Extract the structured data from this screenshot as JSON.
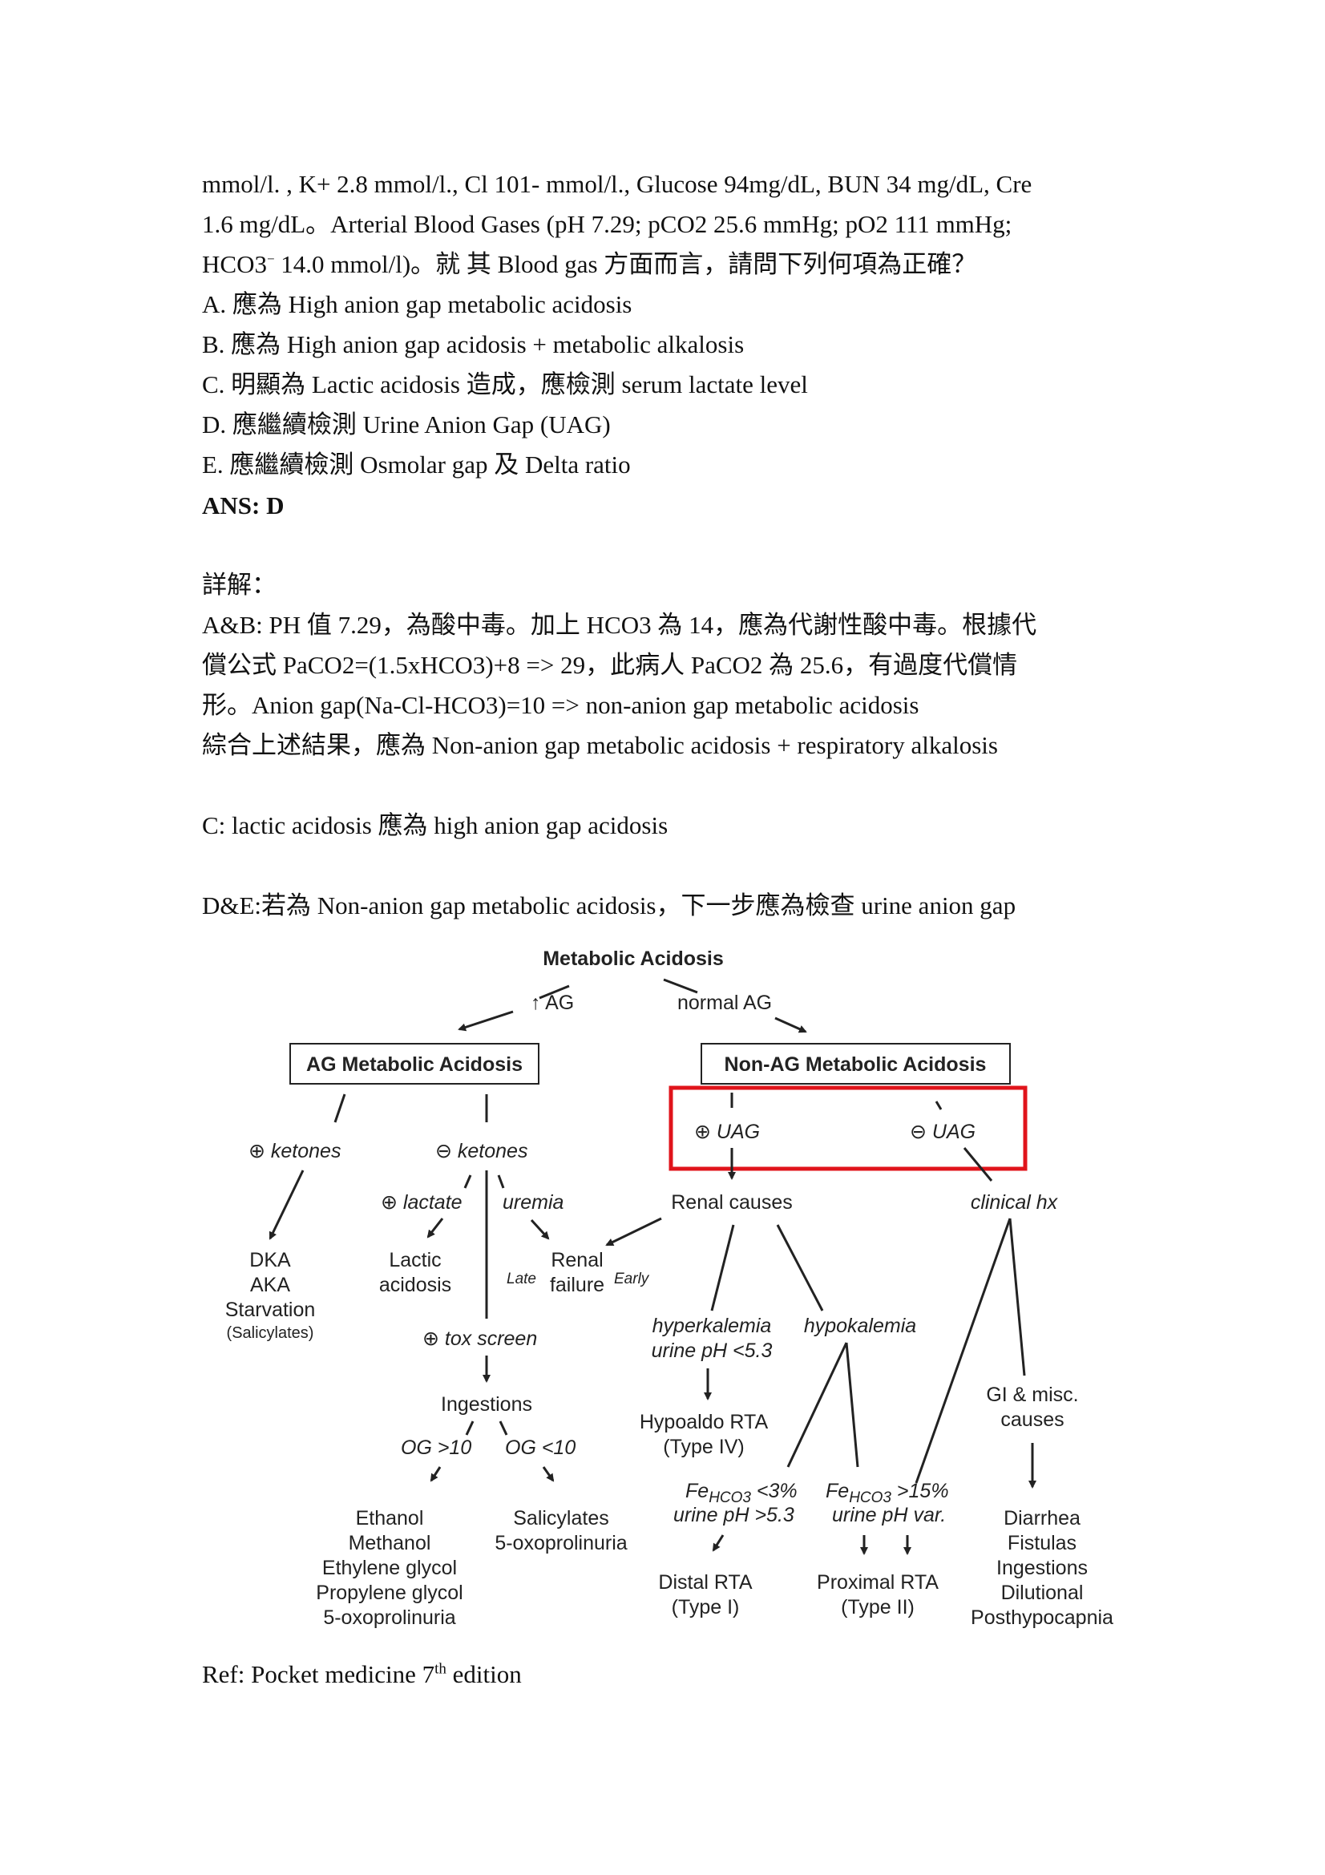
{
  "question": {
    "line1": "mmol/l. , K+ 2.8 mmol/l., Cl 101- mmol/l., Glucose 94mg/dL, BUN 34 mg/dL, Cre",
    "line2": "1.6 mg/dL。Arterial Blood Gases (pH 7.29; pCO2 25.6 mmHg; pO2 111 mmHg;",
    "line3_pre": "HCO3",
    "line3_sup": "−",
    "line3_post": " 14.0 mmol/l)。就  其 Blood gas 方面而言，請問下列何項為正確？"
  },
  "options": [
    "A.  應為  High anion gap metabolic acidosis",
    "B.  應為  High anion gap acidosis + metabolic alkalosis",
    "C.  明顯為 Lactic acidosis 造成，應檢測 serum lactate level",
    "D.  應繼續檢測  Urine Anion Gap (UAG)",
    "E.  應繼續檢測  Osmolar gap  及  Delta ratio"
  ],
  "answer": "ANS: D",
  "explanation": {
    "heading": "詳解：",
    "ab": [
      "A&B: PH 值 7.29，為酸中毒。加上 HCO3 為 14，應為代謝性酸中毒。根據代",
      "償公式 PaCO2=(1.5xHCO3)+8 => 29，此病人 PaCO2 為 25.6，有過度代償情",
      "形。Anion gap(Na-Cl-HCO3)=10 => non-anion gap metabolic acidosis",
      "綜合上述結果，應為 Non-anion gap metabolic acidosis + respiratory alkalosis"
    ],
    "c": "C: lactic acidosis  應為  high anion gap acidosis",
    "de": "D&E:若為 Non-anion gap metabolic acidosis，下一步應為檢查 urine anion gap"
  },
  "flowchart": {
    "highlight_color": "#e0141b",
    "root": "Metabolic Acidosis",
    "branch_ag": "↑ AG",
    "branch_normal": "normal AG",
    "ag_box": "AG Metabolic Acidosis",
    "nonag_box": "Non-AG Metabolic Acidosis",
    "pos_ketones": "⊕ ketones",
    "neg_ketones": "⊖ ketones",
    "dka_list": [
      "DKA",
      "AKA",
      "Starvation"
    ],
    "salicylates_paren": "(Salicylates)",
    "pos_lactate": "⊕ lactate",
    "uremia": "uremia",
    "lactic_acidosis": [
      "Lactic",
      "acidosis"
    ],
    "late": "Late",
    "renal_failure": [
      "Renal",
      "failure"
    ],
    "early": "Early",
    "tox_screen": "⊕ tox screen",
    "ingestions": "Ingestions",
    "og_gt": "OG >10",
    "og_lt": "OG <10",
    "og_gt_list": [
      "Ethanol",
      "Methanol",
      "Ethylene glycol",
      "Propylene glycol",
      "5-oxoprolinuria"
    ],
    "og_lt_list": [
      "Salicylates",
      "5-oxoprolinuria"
    ],
    "pos_uag": "⊕ UAG",
    "neg_uag": "⊖ UAG",
    "renal_causes": "Renal causes",
    "clinical_hx": "clinical hx",
    "hyperkalemia": [
      "hyperkalemia",
      "urine pH <5.3"
    ],
    "hypokalemia": "hypokalemia",
    "hypoaldo": [
      "Hypoaldo RTA",
      "(Type IV)"
    ],
    "fe_lt_base": "Fe",
    "fe_sub": "HCO3",
    "fe_lt_val": " <3%",
    "fe_lt_ph": "urine pH >5.3",
    "fe_gt_val": " >15%",
    "fe_gt_ph": "urine pH var.",
    "distal_rta": [
      "Distal RTA",
      "(Type I)"
    ],
    "proximal_rta": [
      "Proximal RTA",
      "(Type II)"
    ],
    "gi_misc": [
      "GI & misc.",
      "causes"
    ],
    "gi_list": [
      "Diarrhea",
      "Fistulas",
      "Ingestions",
      "Dilutional",
      "Posthypocapnia"
    ]
  },
  "reference": {
    "pre": "Ref: Pocket medicine 7",
    "sup": "th",
    "post": " edition"
  }
}
